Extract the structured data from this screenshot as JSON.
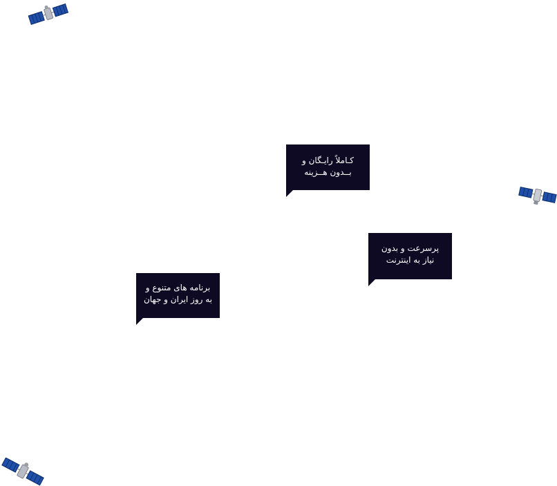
{
  "bubbles": {
    "free": {
      "line1": "کـاملاً رایـگان و",
      "line2": "بــدون هــزینه"
    },
    "fast": {
      "line1": "پرسرعت و بدون",
      "line2": "نیاز به اینترنت"
    },
    "programs": {
      "line1": "برنامه های متنوع و",
      "line2": "به روز ایران و جهان"
    }
  },
  "colors": {
    "bubble_background": "#0e0a24",
    "bubble_text": "#ffffff",
    "page_background": "#ffffff",
    "solar_panel": "#1f4fa8",
    "satellite_body": "#b9bcc4"
  },
  "icons": {
    "top_left": "satellite-icon",
    "right": "satellite-icon",
    "bottom_left": "satellite-icon"
  }
}
